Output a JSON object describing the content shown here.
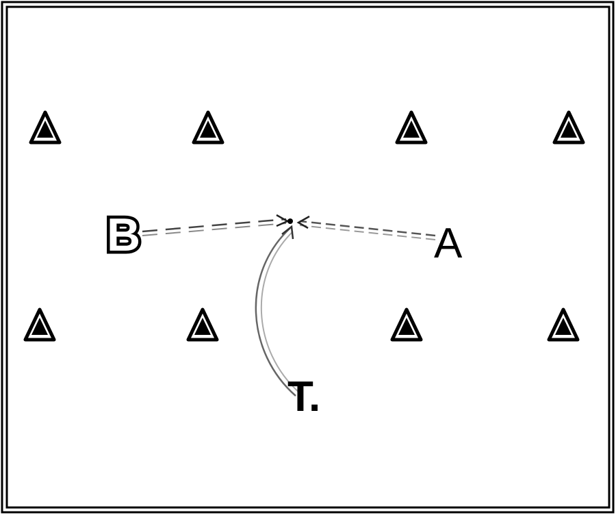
{
  "diagram": {
    "player_labels": {
      "b": "B",
      "a": "A",
      "t": "T."
    },
    "cone_count": 8,
    "colors": {
      "ink": "#000000",
      "background": "#ffffff",
      "pass_line": "#707070",
      "run_line": "#8a8a8a"
    },
    "icons": {
      "cone": "cone-icon",
      "target": "target-dot-icon"
    }
  }
}
